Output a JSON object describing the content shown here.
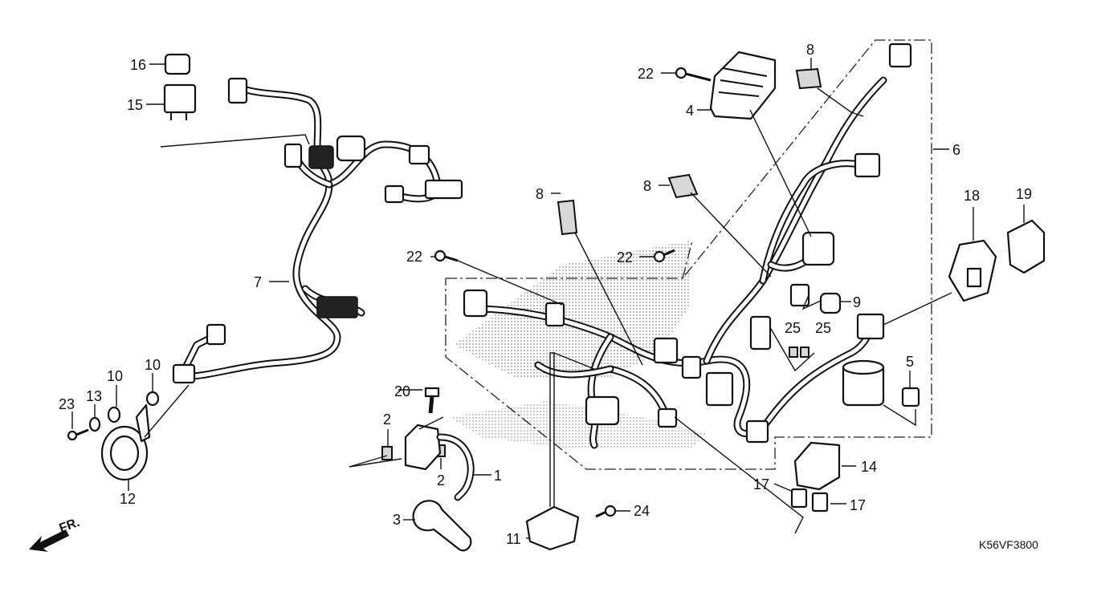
{
  "diagram": {
    "code": "K56VF3800",
    "front_arrow_label": "FR.",
    "callouts": {
      "c1": "1",
      "c2a": "2",
      "c2b": "2",
      "c3": "3",
      "c4": "4",
      "c5": "5",
      "c6": "6",
      "c7": "7",
      "c8a": "8",
      "c8b": "8",
      "c8c": "8",
      "c9": "9",
      "c10a": "10",
      "c10b": "10",
      "c11": "11",
      "c12": "12",
      "c13": "13",
      "c14": "14",
      "c15": "15",
      "c16": "16",
      "c17a": "17",
      "c17b": "17",
      "c18": "18",
      "c19": "19",
      "c20": "20",
      "c22a": "22",
      "c22b": "22",
      "c22c": "22",
      "c23": "23",
      "c24": "24",
      "c25a": "25",
      "c25b": "25"
    }
  }
}
